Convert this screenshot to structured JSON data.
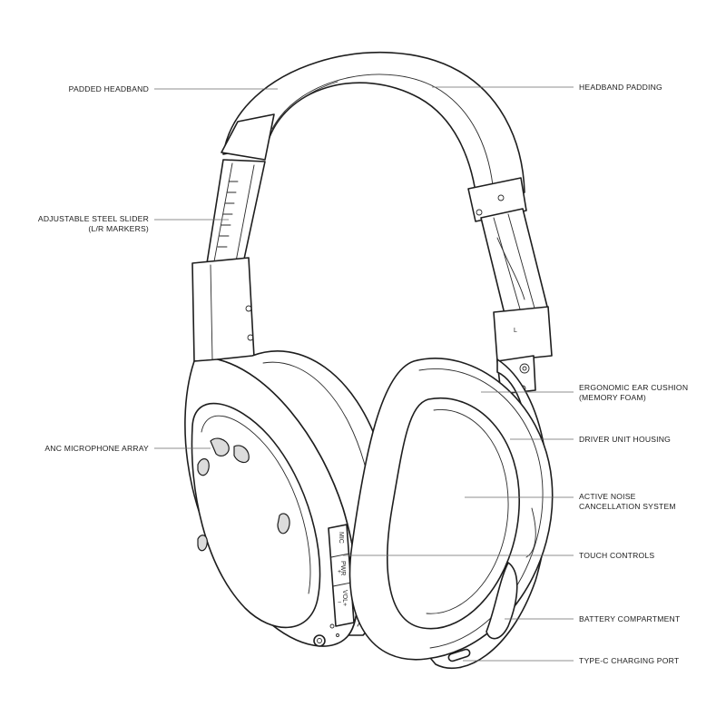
{
  "callouts": {
    "padded_headband": [
      "PADDED HEADBAND"
    ],
    "adjustable_slider": [
      "ADJUSTABLE STEEL SLIDER",
      "(L/R MARKERS)"
    ],
    "anc_mic_array": [
      "ANC MICROPHONE ARRAY"
    ],
    "headband_padding": [
      "HEADBAND PADDING"
    ],
    "ear_cushion": [
      "ERGONOMIC EAR CUSHION",
      "(MEMORY FOAM)"
    ],
    "driver_housing": [
      "DRIVER UNIT HOUSING"
    ],
    "anc_system": [
      "ACTIVE NOISE",
      "CANCELLATION SYSTEM"
    ],
    "touch_controls": [
      "TOUCH CONTROLS"
    ],
    "battery": [
      "BATTERY COMPARTMENT"
    ],
    "usb_port": [
      "TYPE-C CHARGING PORT"
    ]
  },
  "device_markings": {
    "mic_button": "MIC",
    "power_button": "PWR",
    "volume_button": "VOL+",
    "plus_sign": "+",
    "minus_sign": "−",
    "side_marker": "L"
  }
}
